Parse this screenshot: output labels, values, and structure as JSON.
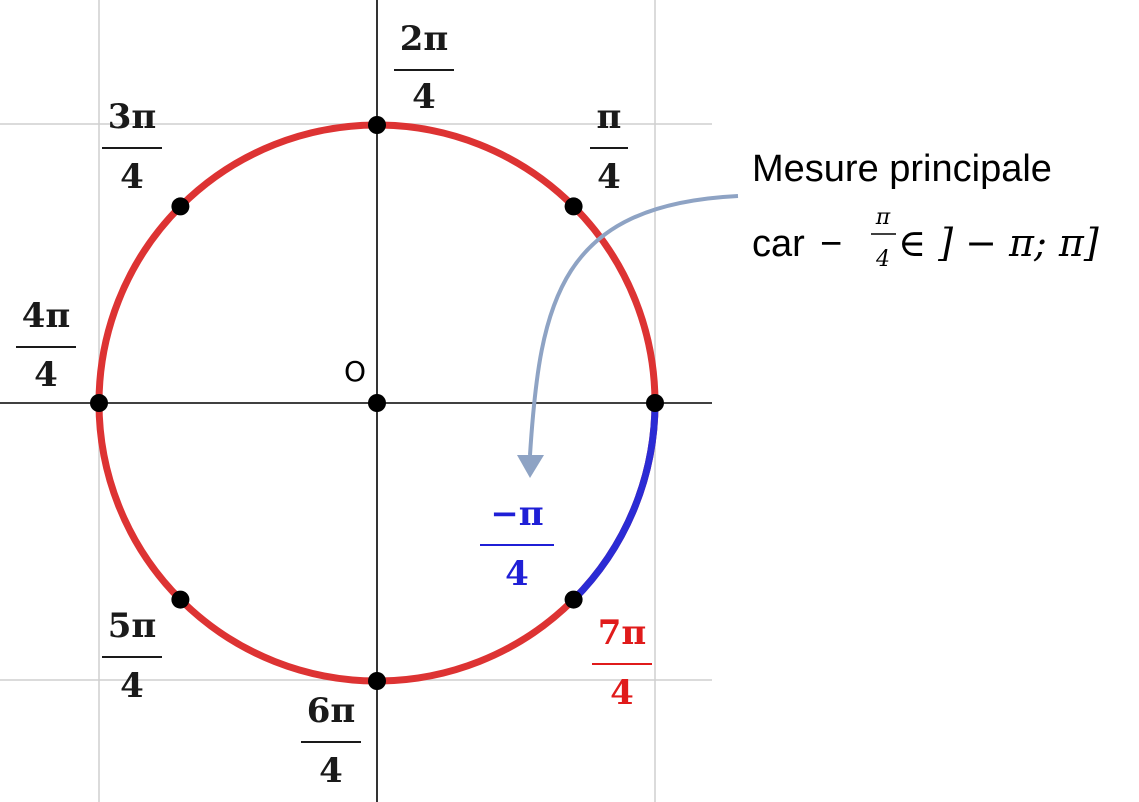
{
  "origin_label": "O",
  "colors": {
    "circle": "#dd3333",
    "highlight_arc": "#2b2bd4",
    "axis": "#000000",
    "grid": "#cfcfcf",
    "point": "#000000",
    "label_default": "#1a1a1a",
    "label_negative": "#1f1fd6",
    "label_red": "#e01b1b",
    "arrow": "#8ea3c4"
  },
  "angle_labels": [
    {
      "name": "label-2pi-4",
      "numerator": "2π",
      "denominator": "4"
    },
    {
      "name": "label-pi-4",
      "numerator": "π",
      "denominator": "4"
    },
    {
      "name": "label-3pi-4",
      "numerator": "3π",
      "denominator": "4"
    },
    {
      "name": "label-4pi-4",
      "numerator": "4π",
      "denominator": "4"
    },
    {
      "name": "label-5pi-4",
      "numerator": "5π",
      "denominator": "4"
    },
    {
      "name": "label-6pi-4",
      "numerator": "6π",
      "denominator": "4"
    },
    {
      "name": "label-7pi-4",
      "numerator": "7π",
      "denominator": "4"
    },
    {
      "name": "label-minus-pi-4",
      "numerator": "−π",
      "denominator": "4"
    }
  ],
  "annotation": {
    "line1": "Mesure principale",
    "line2_prefix": "car ",
    "line2_minus": "−",
    "line2_frac_num": "π",
    "line2_frac_den": "4",
    "line2_suffix": " ∈ ] − π; π]"
  }
}
